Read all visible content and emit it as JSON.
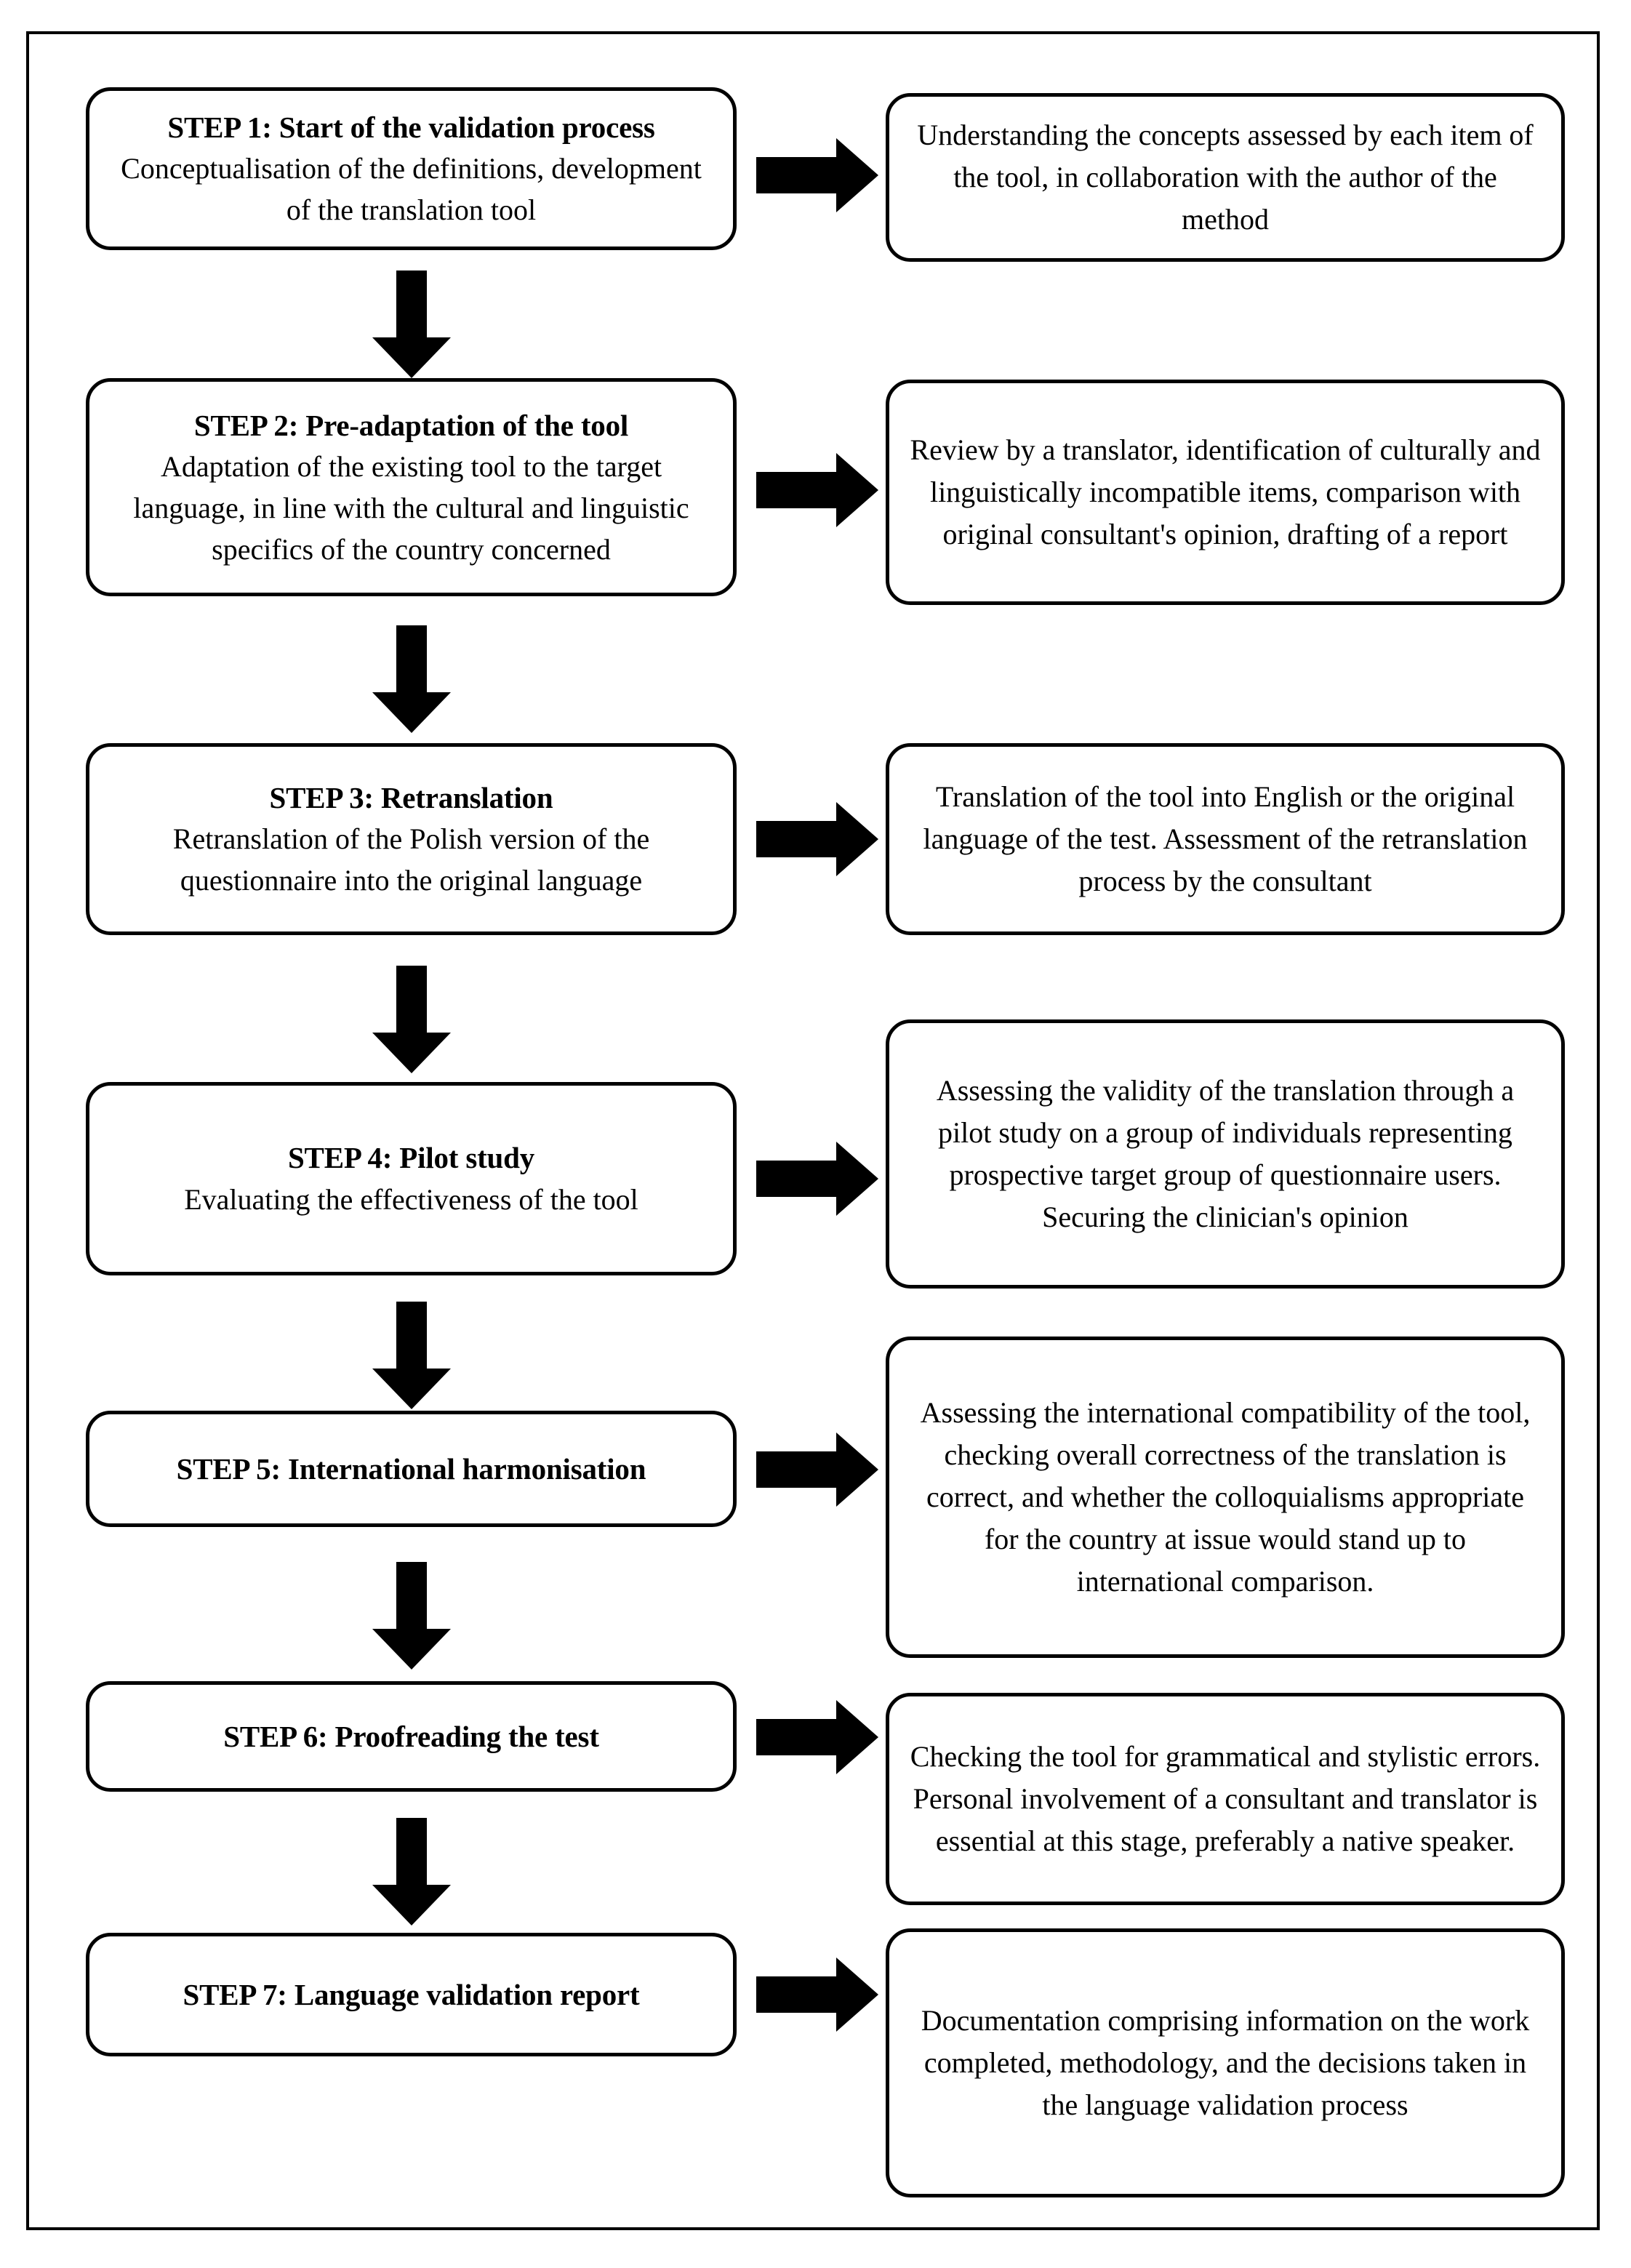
{
  "figure": {
    "type": "flowchart",
    "orientation": "vertical-with-side-annotations",
    "step_count": 7
  },
  "steps": [
    {
      "title": "STEP 1: Start of the validation process",
      "body": "Conceptualisation of the definitions, development of the translation tool",
      "detail": "Understanding the concepts assessed by each item of the tool, in collaboration with the author of the method"
    },
    {
      "title": "STEP 2: Pre-adaptation of the tool",
      "body": "Adaptation of the existing tool to the target language, in line with the cultural and linguistic specifics of the country concerned",
      "detail": "Review by a translator, identification of culturally and linguistically incompatible items, comparison with original consultant's opinion, drafting of a report"
    },
    {
      "title": "STEP 3: Retranslation",
      "body": "Retranslation of the Polish version of the questionnaire into the original language",
      "detail": "Translation of the tool into English or the original language of the test. Assessment of the retranslation process by the consultant"
    },
    {
      "title": "STEP 4: Pilot study",
      "body": "Evaluating the effectiveness of the tool",
      "detail": "Assessing the validity of the translation through a pilot study on a group of individuals representing prospective target group of questionnaire users. Securing the clinician's opinion"
    },
    {
      "title": "STEP 5: International harmonisation",
      "body": "",
      "detail": "Assessing the international compatibility of the tool, checking overall correctness of the translation is correct, and whether the colloquialisms appropriate for the country at issue would stand up to international comparison."
    },
    {
      "title": "STEP 6: Proofreading the test",
      "body": "",
      "detail": "Checking the tool for grammatical and stylistic errors. Personal involvement of a consultant and translator is essential at this stage, preferably a native speaker."
    },
    {
      "title": "STEP 7: Language validation report",
      "body": "",
      "detail": "Documentation comprising information on the work completed, methodology, and the decisions taken in the language validation process"
    }
  ],
  "connectors": {
    "down_arrow_count": 6,
    "right_arrow_count": 7,
    "arrow_color": "#000000"
  },
  "colors": {
    "background": "#ffffff",
    "stroke": "#000000",
    "text": "#000000"
  }
}
